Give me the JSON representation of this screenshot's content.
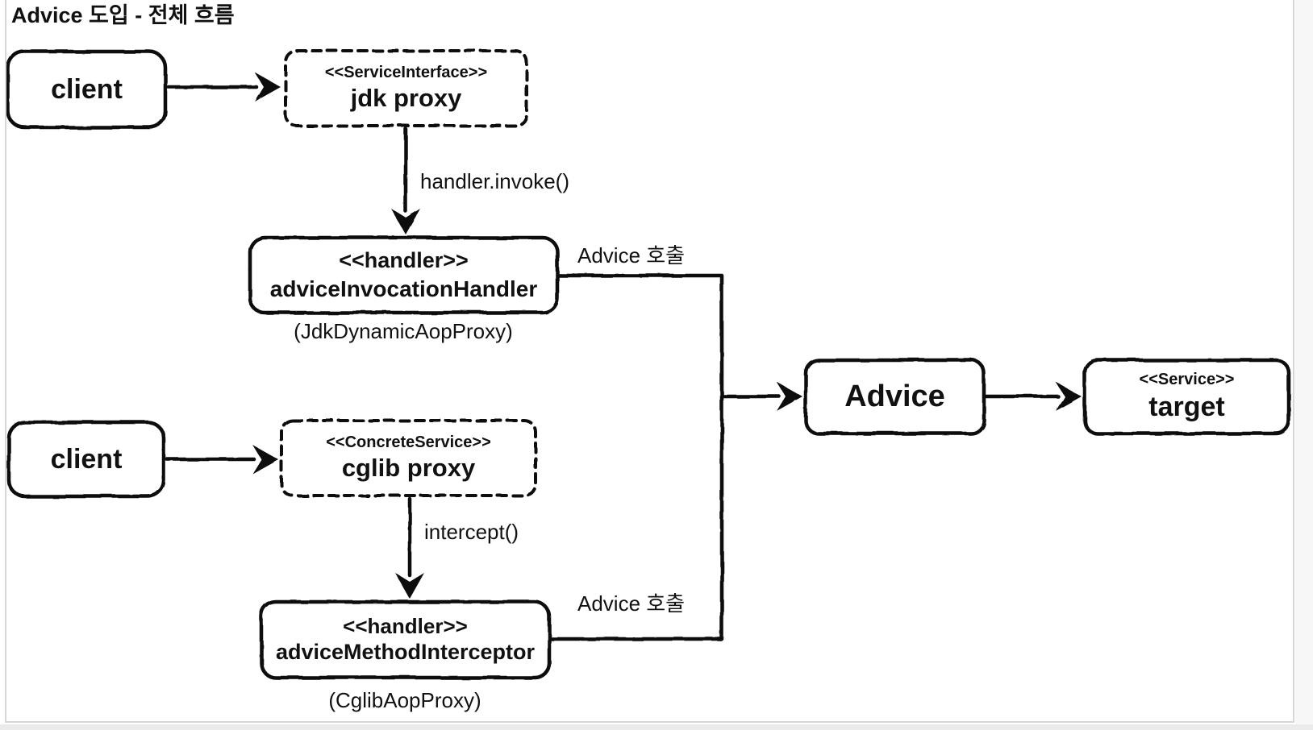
{
  "page": {
    "title": "Advice 도입 - 전체 흐름"
  },
  "colors": {
    "stroke": "#0d0d0d",
    "background": "#ffffff",
    "frame_border": "#d6d6d6"
  },
  "nodes": {
    "client_top": {
      "label": "client"
    },
    "jdk_proxy": {
      "stereotype": "<<ServiceInterface>>",
      "label": "jdk proxy"
    },
    "advice_invocation_handler": {
      "stereotype": "<<handler>>",
      "label": "adviceInvocationHandler",
      "caption": "(JdkDynamicAopProxy)"
    },
    "client_bottom": {
      "label": "client"
    },
    "cglib_proxy": {
      "stereotype": "<<ConcreteService>>",
      "label": "cglib proxy"
    },
    "advice_method_interceptor": {
      "stereotype": "<<handler>>",
      "label": "adviceMethodInterceptor",
      "caption": "(CglibAopProxy)"
    },
    "advice": {
      "label": "Advice"
    },
    "target": {
      "stereotype": "<<Service>>",
      "label": "target"
    }
  },
  "edge_labels": {
    "handler_invoke": "handler.invoke()",
    "intercept": "intercept()",
    "advice_call_top": "Advice 호출",
    "advice_call_bottom": "Advice 호출"
  }
}
